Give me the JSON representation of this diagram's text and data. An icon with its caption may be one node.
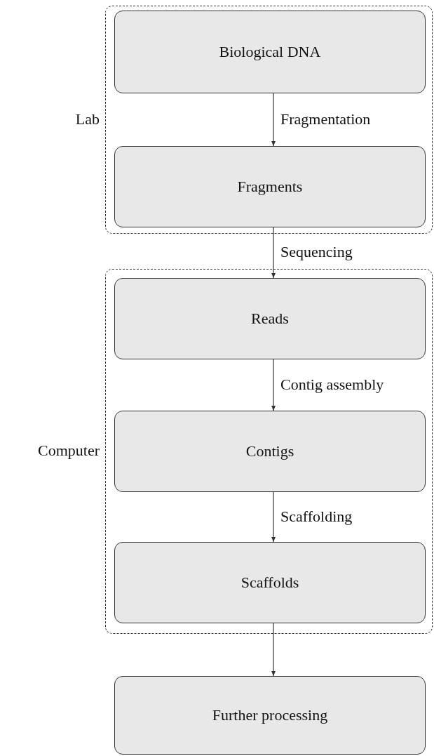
{
  "diagram": {
    "nodes": [
      {
        "text": [
          "Lab"
        ]
      },
      {
        "text": [
          "Biological DNA"
        ],
        "in": 0
      },
      {
        "text": [
          "Fragments"
        ],
        "in": 0
      },
      {
        "text": [
          "Computer"
        ]
      },
      {
        "text": [
          "Reads"
        ],
        "in": 3
      },
      {
        "text": [
          "Contigs"
        ],
        "in": 3
      },
      {
        "text": [
          "Scaffolds"
        ],
        "in": 3
      },
      {
        "text": [
          "Further processing"
        ]
      }
    ],
    "edges": [
      {
        "from": 1,
        "to": 2,
        "arrow": "to",
        "label": "Fragmentation"
      },
      {
        "from": 2,
        "to": 4,
        "arrow": "to",
        "label": "Sequencing"
      },
      {
        "from": 4,
        "to": 5,
        "arrow": "to",
        "label": "Contig assembly"
      },
      {
        "from": 5,
        "to": 6,
        "arrow": "to",
        "label": "Scaffolding"
      },
      {
        "from": 6,
        "to": 7,
        "arrow": "to"
      }
    ]
  }
}
